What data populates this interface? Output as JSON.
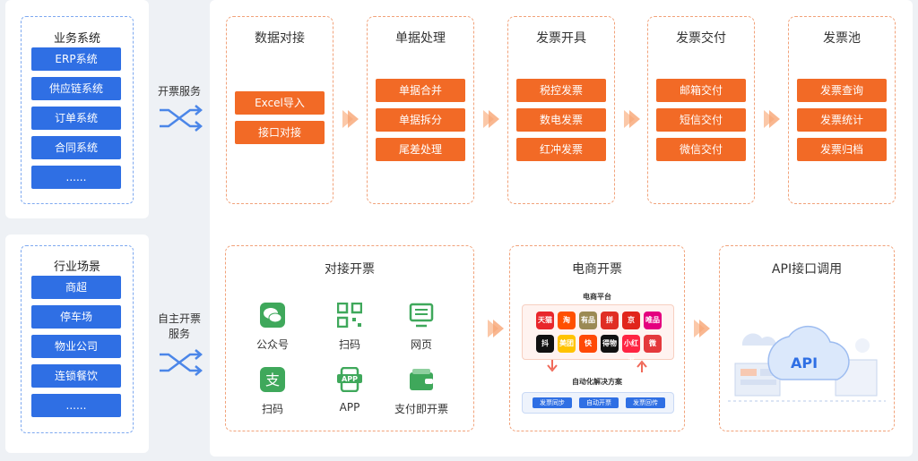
{
  "left": {
    "business": {
      "title": "业务系统",
      "items": [
        "ERP系统",
        "供应链系统",
        "订单系统",
        "合同系统",
        "......"
      ]
    },
    "industry": {
      "title": "行业场景",
      "items": [
        "商超",
        "停车场",
        "物业公司",
        "连锁餐饮",
        "......"
      ]
    }
  },
  "connectors": {
    "top": "开票服务",
    "bottom_line1": "自主开票",
    "bottom_line2": "服务"
  },
  "flow": [
    {
      "title": "数据对接",
      "items": [
        "Excel导入",
        "接口对接"
      ]
    },
    {
      "title": "单据处理",
      "items": [
        "单据合并",
        "单据拆分",
        "尾差处理"
      ]
    },
    {
      "title": "发票开具",
      "items": [
        "税控发票",
        "数电发票",
        "红冲发票"
      ]
    },
    {
      "title": "发票交付",
      "items": [
        "邮箱交付",
        "短信交付",
        "微信交付"
      ]
    },
    {
      "title": "发票池",
      "items": [
        "发票查询",
        "发票统计",
        "发票归档"
      ]
    }
  ],
  "bottom": {
    "direct": {
      "title": "对接开票",
      "icons": [
        {
          "label": "公众号",
          "icon": "wechat-icon"
        },
        {
          "label": "扫码",
          "icon": "qr-code-icon"
        },
        {
          "label": "网页",
          "icon": "monitor-icon"
        },
        {
          "label": "扫码",
          "icon": "alipay-icon"
        },
        {
          "label": "APP",
          "icon": "app-phone-icon"
        },
        {
          "label": "支付即开票",
          "icon": "wallet-icon"
        }
      ]
    },
    "ecommerce": {
      "title": "电商开票",
      "platform_label": "电商平台",
      "platform_icons": [
        {
          "text": "天猫",
          "color": "#e8262b"
        },
        {
          "text": "淘",
          "color": "#ff5000"
        },
        {
          "text": "有品",
          "color": "#9b8a54"
        },
        {
          "text": "拼",
          "color": "#e02e24"
        },
        {
          "text": "京",
          "color": "#e1251b"
        },
        {
          "text": "唯品会",
          "color": "#e4007f"
        },
        {
          "text": "抖",
          "color": "#111111"
        },
        {
          "text": "美团",
          "color": "#ffc300"
        },
        {
          "text": "快",
          "color": "#ff4906"
        },
        {
          "text": "得物",
          "color": "#111111"
        },
        {
          "text": "小红书",
          "color": "#ff2442"
        },
        {
          "text": "微",
          "color": "#e4393c"
        }
      ],
      "solution_label": "自动化解决方案",
      "pills": [
        "发票同步",
        "自动开票",
        "发票回传"
      ]
    },
    "api": {
      "title": "API接口调用",
      "badge": "API"
    }
  },
  "colors": {
    "blue": "#2f6fe4",
    "orange": "#f26a26",
    "background": "#eef1f5"
  }
}
